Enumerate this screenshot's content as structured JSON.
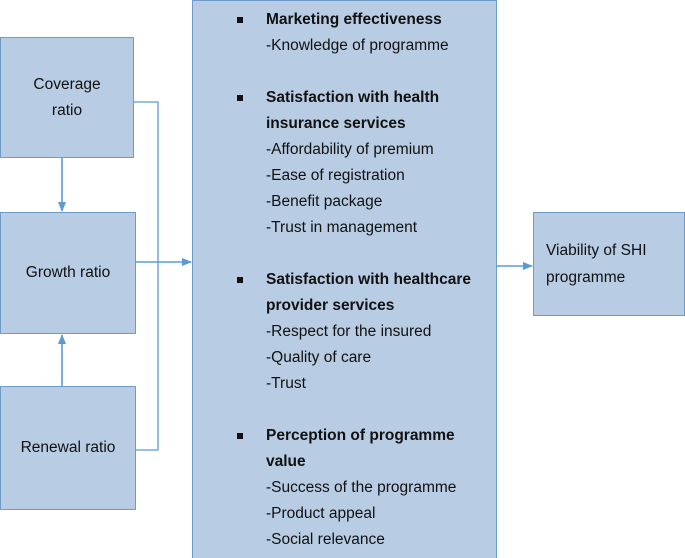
{
  "inputs": {
    "coverage": "Coverage ratio",
    "growth": "Growth ratio",
    "renewal": "Renewal ratio"
  },
  "factors": [
    {
      "title": "Marketing effectiveness",
      "items": [
        "-Knowledge of programme"
      ]
    },
    {
      "title": "Satisfaction with health insurance services",
      "items": [
        "-Affordability of premium",
        "-Ease of registration",
        "-Benefit package",
        "-Trust in management"
      ]
    },
    {
      "title": "Satisfaction with healthcare provider services",
      "items": [
        "-Respect for the insured",
        "-Quality of care",
        "-Trust"
      ]
    },
    {
      "title": "Perception of programme value",
      "items": [
        "-Success of the programme",
        "-Product appeal",
        "-Social relevance"
      ]
    }
  ],
  "outcome": {
    "label": "Viability of SHI programme"
  },
  "colors": {
    "box_fill": "#b8cce4",
    "box_border": "#6f9bc9",
    "connector": "#5b9bd5"
  }
}
